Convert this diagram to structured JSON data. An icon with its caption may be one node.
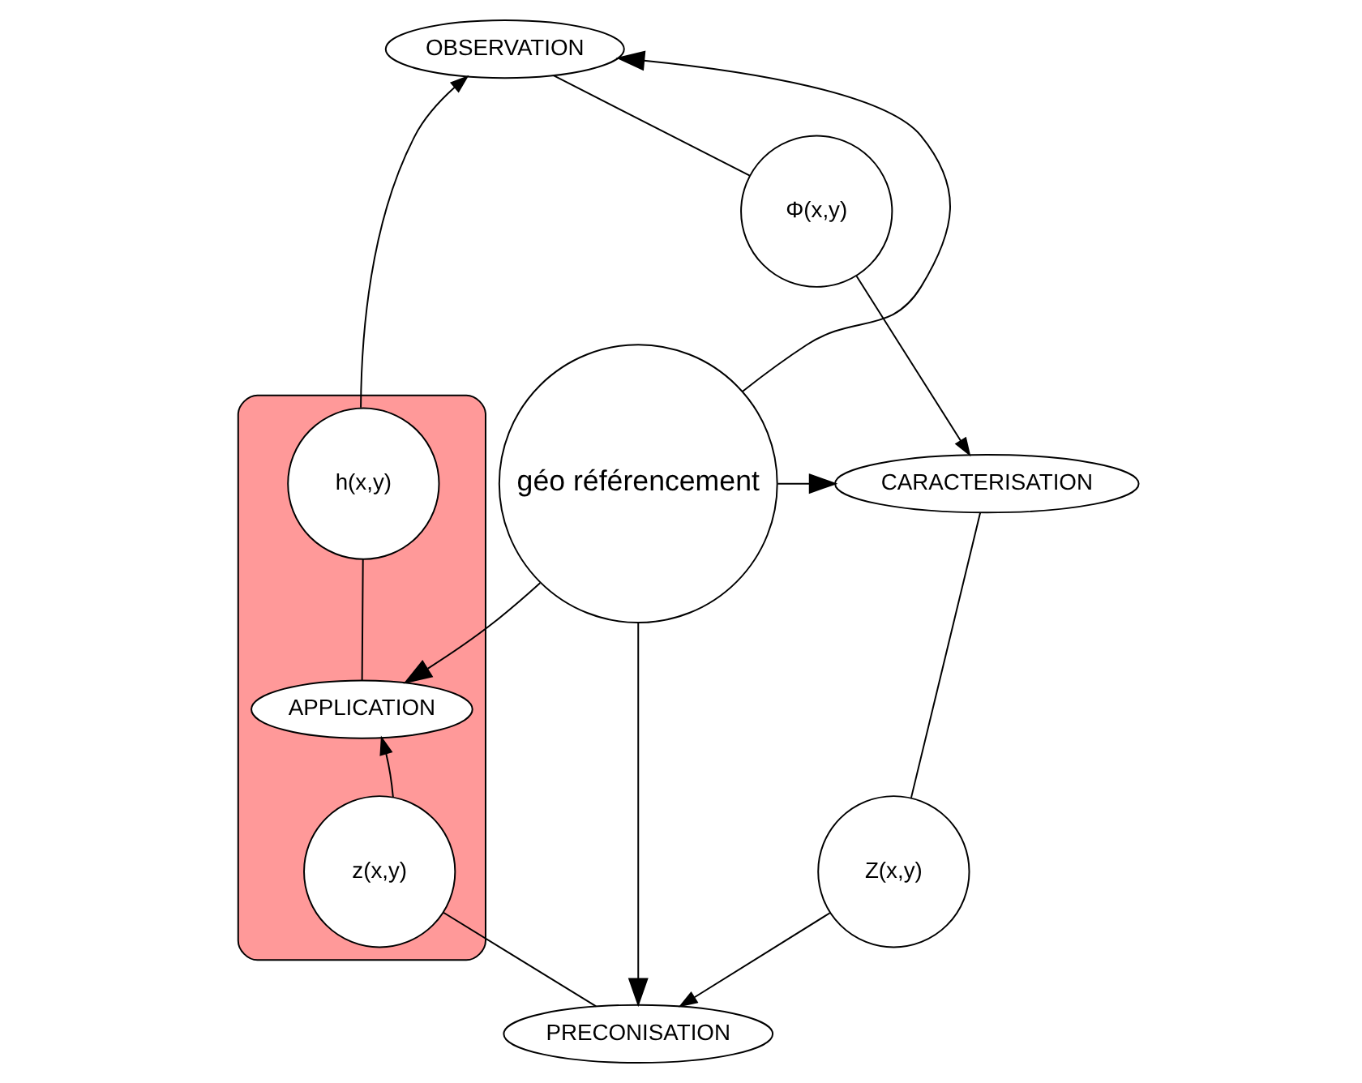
{
  "diagram": {
    "nodes": [
      {
        "text": [],
        "shape": "box"
      },
      {
        "text": [
          "OBSERVATION"
        ]
      },
      {
        "text": [
          "h(x,y)"
        ],
        "in": 0
      },
      {
        "text": [
          "Φ(x,y)"
        ]
      },
      {
        "text": [
          "APPLICATION"
        ],
        "in": 0
      },
      {
        "text": [
          "géo référencement"
        ]
      },
      {
        "text": [
          "CARACTERISATION"
        ]
      },
      {
        "text": [
          "z(x,y)"
        ],
        "in": 0
      },
      {
        "text": [
          "Z(x,y)"
        ]
      },
      {
        "text": [
          "PRECONISATION"
        ]
      }
    ],
    "edges": [
      {
        "from": 2,
        "to": 1,
        "arrow": "to"
      },
      {
        "from": 1,
        "to": 3,
        "arrow": "none"
      },
      {
        "from": 3,
        "to": 6,
        "arrow": "to"
      },
      {
        "from": 6,
        "to": 8,
        "arrow": "none"
      },
      {
        "from": 8,
        "to": 9,
        "arrow": "to"
      },
      {
        "from": 7,
        "to": 9,
        "arrow": "none"
      },
      {
        "from": 7,
        "to": 4,
        "arrow": "to"
      },
      {
        "from": 2,
        "to": 4,
        "arrow": "none"
      },
      {
        "from": 5,
        "to": 1,
        "arrow": "to"
      },
      {
        "from": 5,
        "to": 4,
        "arrow": "to"
      },
      {
        "from": 5,
        "to": 6,
        "arrow": "to"
      },
      {
        "from": 5,
        "to": 9,
        "arrow": "to"
      }
    ]
  }
}
